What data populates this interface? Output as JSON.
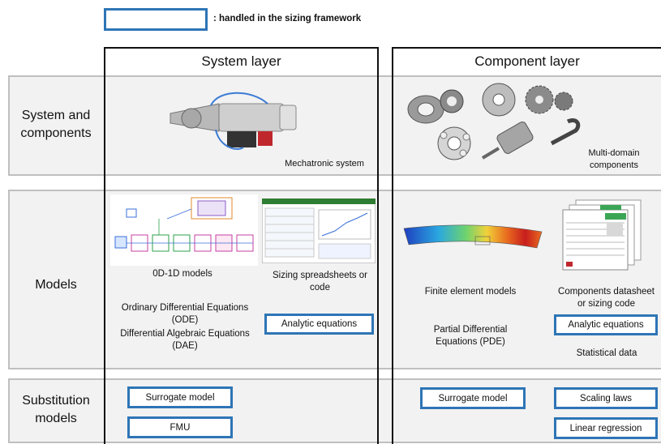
{
  "legend": {
    "text": ": handled in the sizing framework"
  },
  "columns": {
    "system": "System layer",
    "component": "Component layer"
  },
  "rows": {
    "system_components": [
      "System and",
      "components"
    ],
    "models": "Models",
    "substitution": [
      "Substitution",
      "models"
    ]
  },
  "system_row": {
    "mechatronic_label": "Mechatronic system",
    "multi_domain_label": [
      "Multi-domain",
      "components"
    ]
  },
  "models_row": {
    "zero_d_label": "0D-1D models",
    "sizing_sheets_label": [
      "Sizing spreadsheets or",
      "code"
    ],
    "ode_label": [
      "Ordinary Differential Equations",
      "(ODE)"
    ],
    "dae_label": [
      "Differential Algebraic Equations",
      "(DAE)"
    ],
    "analytic_eq_system": "Analytic equations",
    "fem_label": "Finite element models",
    "datasheet_label": [
      "Components datasheet",
      "or sizing code"
    ],
    "pde_label": [
      "Partial Differential",
      "Equations (PDE)"
    ],
    "analytic_eq_component": "Analytic equations",
    "statistical_label": "Statistical data"
  },
  "substitution_row": {
    "surrogate_system": "Surrogate model",
    "fmu": "FMU",
    "surrogate_component": "Surrogate model",
    "scaling_laws": "Scaling laws",
    "linear_regression": "Linear regression"
  },
  "colors": {
    "accent_blue": "#2e75b6",
    "band_gray": "#f2f2f2",
    "band_border": "#bfbfbf"
  }
}
